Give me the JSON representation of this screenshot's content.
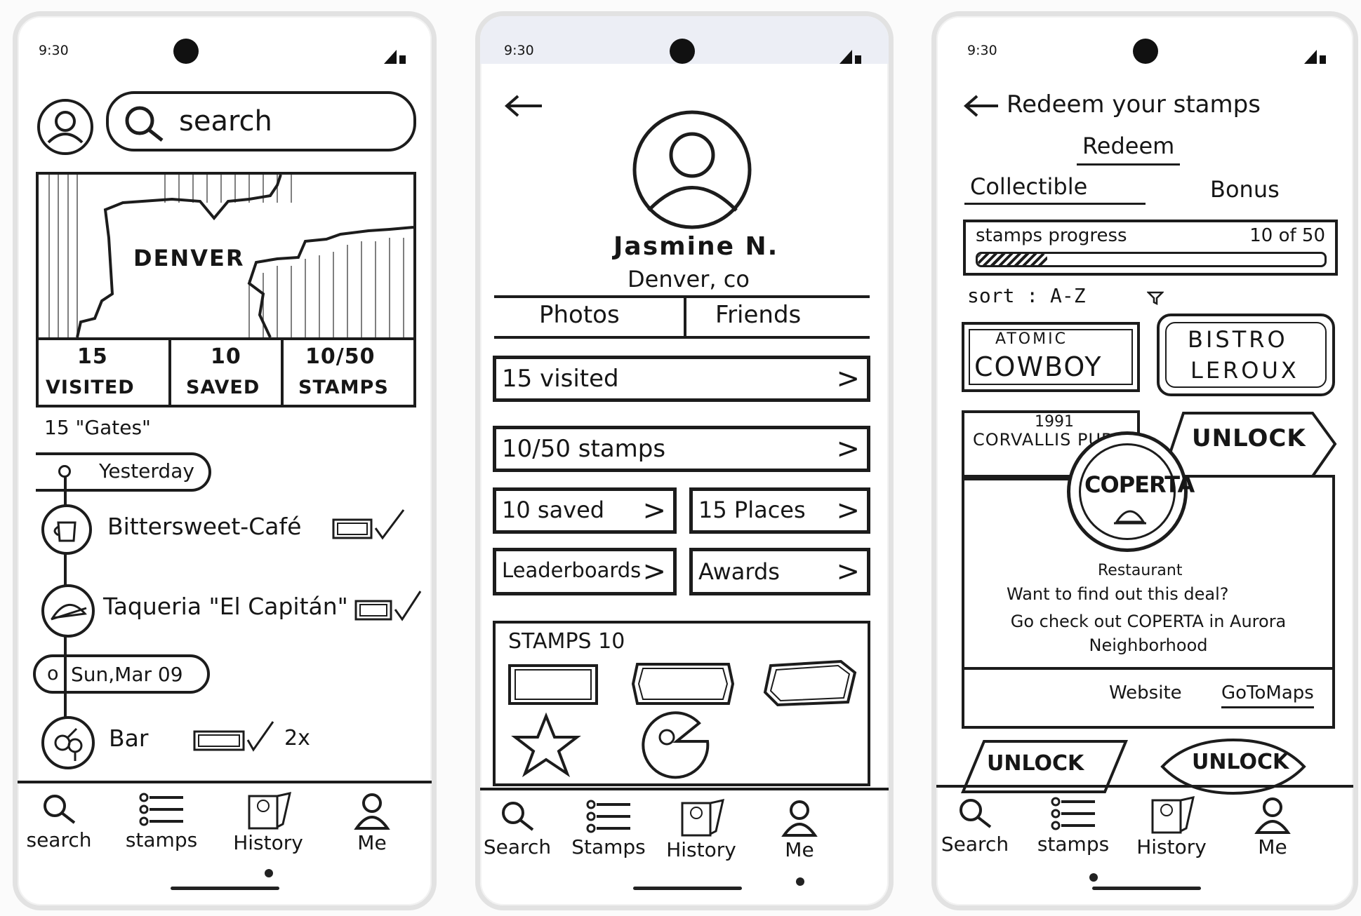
{
  "status": {
    "time": "9:30"
  },
  "nav": {
    "items": [
      {
        "label": "search",
        "icon": "search-icon"
      },
      {
        "label": "stamps",
        "icon": "list-icon"
      },
      {
        "label": "History",
        "icon": "passport-icon"
      },
      {
        "label": "Me",
        "icon": "person-icon"
      }
    ],
    "items_alt": [
      {
        "label": "Search"
      },
      {
        "label": "Stamps"
      },
      {
        "label": "History"
      },
      {
        "label": "Me"
      }
    ]
  },
  "screen1": {
    "search_placeholder": "search",
    "map_label": "DENVER",
    "stats": [
      {
        "value": "15",
        "label": "VISITED"
      },
      {
        "value": "10",
        "label": "SAVED"
      },
      {
        "value": "10/50",
        "label": "STAMPS"
      }
    ],
    "gates_title": "15 \"Gates\"",
    "groups": [
      {
        "date": "Yesterday",
        "entries": [
          {
            "name": "Bittersweet-Café",
            "icon": "cup-icon",
            "badge": ""
          },
          {
            "name": "Taqueria \"El Capitán\"",
            "icon": "taco-icon",
            "badge": ""
          }
        ]
      },
      {
        "date": "Sun,Mar 09",
        "entries": [
          {
            "name": "Bar",
            "icon": "gender-icon",
            "badge": "2x"
          }
        ]
      }
    ]
  },
  "screen2": {
    "name": "Jasmine N.",
    "location": "Denver, co",
    "tabs": [
      "Photos",
      "Friends"
    ],
    "rows": {
      "visited": "15 visited",
      "stamps": "10/50 stamps",
      "saved": "10 saved",
      "places": "15 Places",
      "leaderboards": "Leaderboards",
      "awards": "Awards"
    },
    "chevron": ">",
    "stamps_panel_title": "STAMPS 10"
  },
  "screen3": {
    "title": "Redeem your stamps",
    "tab_top": "Redeem",
    "tabs": [
      "Collectible",
      "Bonus"
    ],
    "progress": {
      "label": "stamps progress",
      "count": "10 of 50",
      "fraction": 0.2
    },
    "sort": "sort : A-Z",
    "stamps": [
      {
        "line1": "ATOMIC",
        "line2": "COWBOY"
      },
      {
        "line1": "BISTRO",
        "line2": "LEROUX"
      },
      {
        "line1": "1991",
        "line2": "CORVALLIS PUB"
      }
    ],
    "unlock_tab": "UNLOCK",
    "featured": {
      "name": "COPERTA",
      "subtitle": "Restaurant",
      "prompt": "Want to find out this deal?",
      "body": "Go check out COPERTA in Aurora Neighborhood",
      "website": "Website",
      "maps": "GoToMaps"
    },
    "unlock_buttons": [
      "UNLOCK",
      "UNLOCK"
    ]
  }
}
